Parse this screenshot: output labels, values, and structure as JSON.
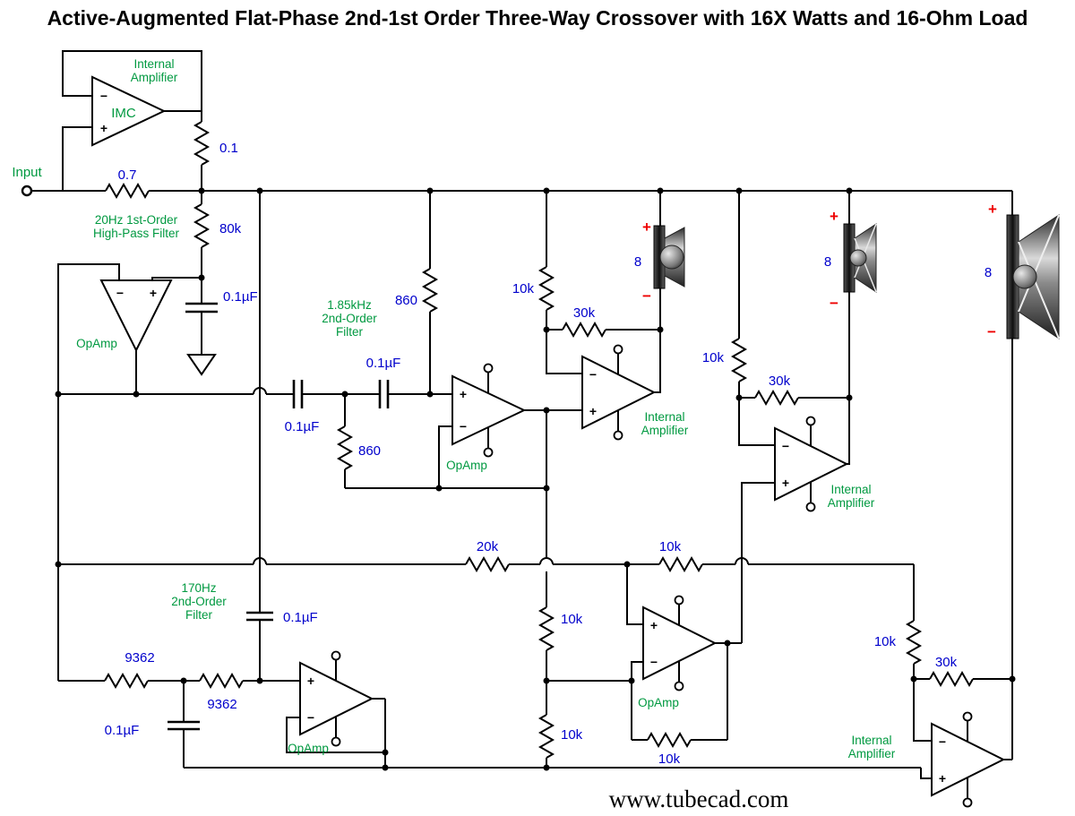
{
  "title": "Active-Augmented Flat-Phase 2nd-1st Order Three-Way Crossover with 16X Watts and 16-Ohm Load",
  "watermark": "www.tubecad.com",
  "colors": {
    "green": "#009940",
    "blue": "#0000CC",
    "red": "#EE0000",
    "wire": "#000000"
  },
  "labels": {
    "input": "Input",
    "imc": "IMC",
    "internal_amp_1": "Internal",
    "internal_amp_2": "Amplifier",
    "opamp": "OpAmp",
    "hp20_1": "20Hz 1st-Order",
    "hp20_2": "High-Pass Filter",
    "f185_1": "1.85kHz",
    "f185_2": "2nd-Order",
    "f185_3": "Filter",
    "f170_1": "170Hz",
    "f170_2": "2nd-Order",
    "f170_3": "Filter"
  },
  "values": {
    "r07": "0.7",
    "r01": "0.1",
    "r80k": "80k",
    "c01": "0.1µF",
    "r860": "860",
    "r10k": "10k",
    "r30k": "30k",
    "r20k": "20k",
    "r9362": "9362",
    "ohms": "8"
  },
  "signs": {
    "plus": "+",
    "minus": "−"
  }
}
